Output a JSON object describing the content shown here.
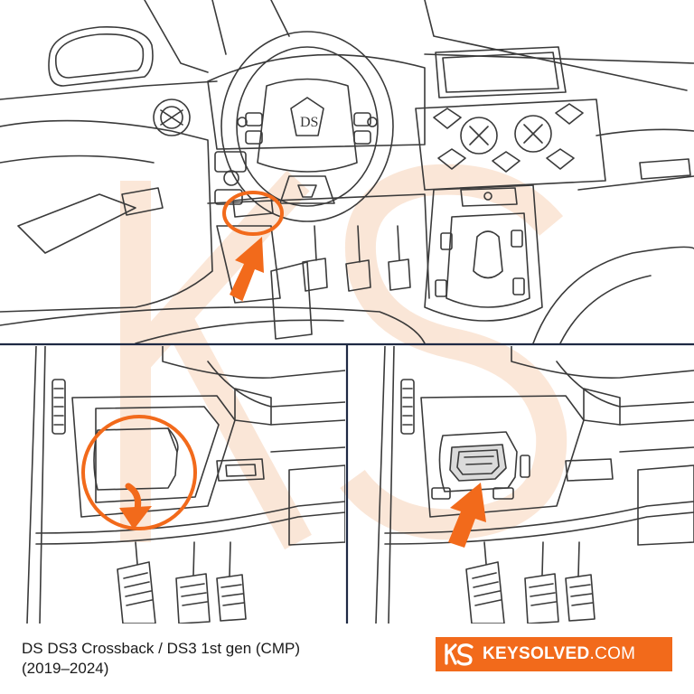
{
  "footer": {
    "title_line1": "DS DS3 Crossback / DS3 1st gen (CMP)",
    "title_line2": "(2019–2024)"
  },
  "brand": {
    "name_bold": "KEYSOLVED",
    "name_suffix": ".COM",
    "logo_letters": "KS",
    "badge_color": "#f26a1b"
  },
  "colors": {
    "accent": "#f26a1b",
    "line_art": "#3a3a3a",
    "panel_border": "#1f2a44",
    "watermark": "#f7c9a8"
  }
}
